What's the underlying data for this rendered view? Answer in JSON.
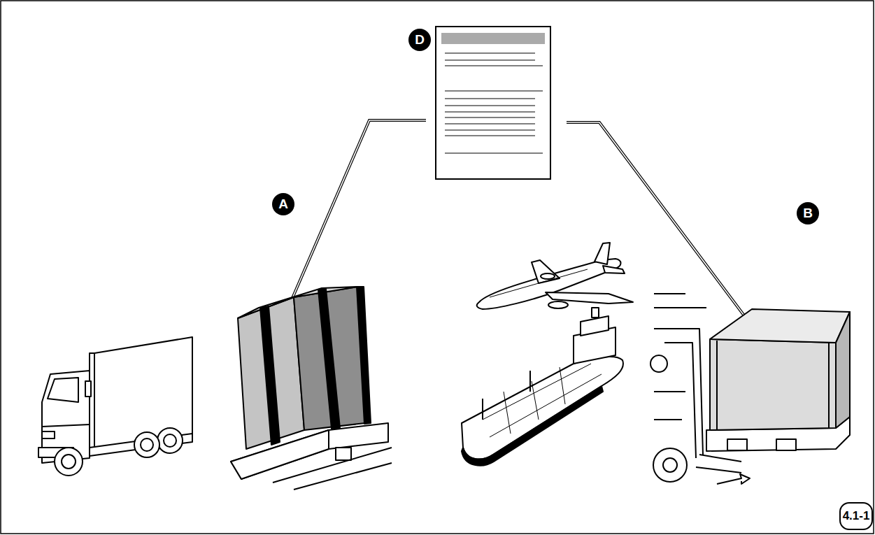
{
  "diagram": {
    "labels": [
      "D",
      "A",
      "B",
      "4.1-1"
    ]
  }
}
